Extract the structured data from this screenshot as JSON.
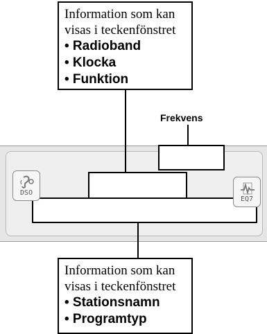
{
  "top_callout": {
    "lines": [
      "Information som kan",
      "visas i teckenfönstret"
    ],
    "bullets": [
      "• Radioband",
      "• Klocka",
      "• Funktion"
    ]
  },
  "bottom_callout": {
    "lines": [
      "Information som kan",
      "visas i teckenfönstret"
    ],
    "bullets": [
      "• Stationsnamn",
      "• Programtyp"
    ]
  },
  "frequency_label": "Frekvens",
  "buttons": {
    "left": {
      "label": "DSO",
      "icon": "dso-icon"
    },
    "right": {
      "label": "EQ7",
      "icon": "eq7-icon"
    }
  }
}
